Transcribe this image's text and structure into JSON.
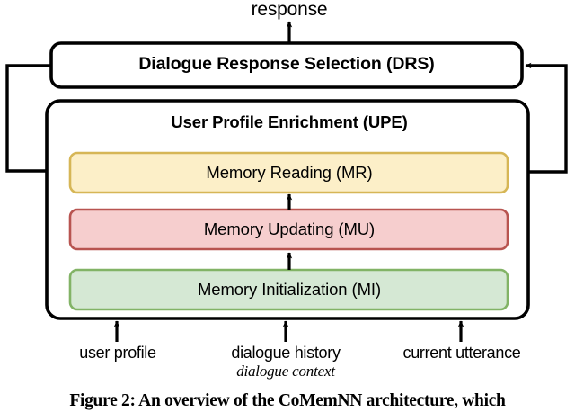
{
  "figure": {
    "caption": "Figure 2: An overview of the CoMemNN architecture, which",
    "output_label": "response",
    "context_label": "dialogue context"
  },
  "modules": {
    "drs": {
      "label": "Dialogue Response Selection (DRS)",
      "border_color": "#000000",
      "fill_color": "#ffffff"
    },
    "upe": {
      "label": "User Profile Enrichment (UPE)",
      "border_color": "#000000",
      "fill_color": "#ffffff"
    }
  },
  "memory_blocks": [
    {
      "key": "mr",
      "label": "Memory Reading (MR)",
      "fill_color": "#fcefc8",
      "border_color": "#d6b656"
    },
    {
      "key": "mu",
      "label": "Memory Updating (MU)",
      "fill_color": "#f6cece",
      "border_color": "#b85450"
    },
    {
      "key": "mi",
      "label": "Memory Initialization (MI)",
      "fill_color": "#d5e8d4",
      "border_color": "#82b366"
    }
  ],
  "inputs": [
    {
      "key": "user-profile",
      "label": "user profile"
    },
    {
      "key": "dialogue-history",
      "label": "dialogue history"
    },
    {
      "key": "current-utterance",
      "label": "current utterance"
    }
  ],
  "connections": [
    {
      "key": "response-out",
      "from": "drs",
      "to": "response"
    },
    {
      "key": "mi-to-mu",
      "from": "mi",
      "to": "mu"
    },
    {
      "key": "mu-to-mr",
      "from": "mu",
      "to": "mr"
    },
    {
      "key": "drs-feedback-left",
      "from": "drs",
      "to": "mr"
    },
    {
      "key": "mr-to-drs-right",
      "from": "mr",
      "to": "drs"
    }
  ]
}
